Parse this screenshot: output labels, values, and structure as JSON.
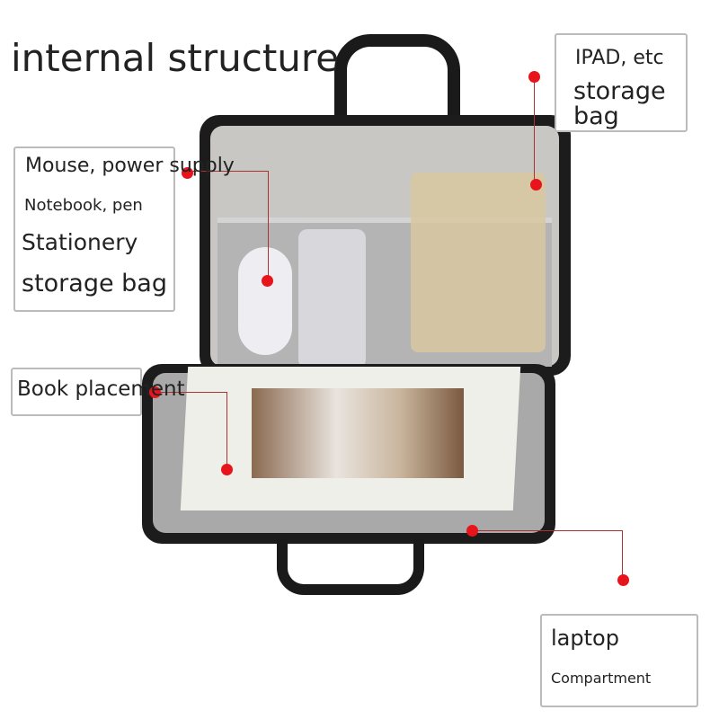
{
  "title": "internal structure",
  "labels": {
    "ipad_line1": "IPAD, etc",
    "ipad_line2": "storage",
    "ipad_line3": "bag",
    "mouse": "Mouse, power supply",
    "notebook": "Notebook, pen",
    "stationery": "Stationery",
    "stationery_bag": "storage bag",
    "book": "Book placement",
    "laptop": "laptop",
    "compartment": "Compartment"
  },
  "colors": {
    "marker": "#e8141b",
    "bag_shell": "#1c1c1c",
    "lining": "#b9b9b7"
  }
}
